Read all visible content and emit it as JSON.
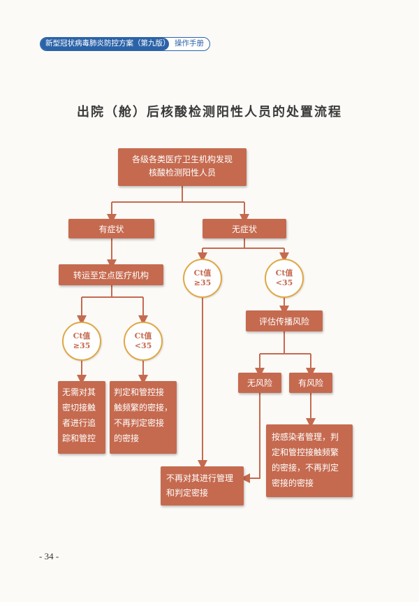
{
  "header": {
    "doc_title": "新型冠状病毒肺炎防控方案（第九版）",
    "section": "操作手册"
  },
  "diagram": {
    "title": "出院（舱）后核酸检测阳性人员的处置流程",
    "nodes": {
      "start": "各级各类医疗卫生机构发现\n核酸检测阳性人员",
      "symptomatic": "有症状",
      "asymptomatic": "无症状",
      "transfer": "转运至定点医疗机构",
      "ct_ge35_left_a": "Ct值",
      "ct_ge35_left_b": "≥35",
      "ct_lt35_left_a": "Ct值",
      "ct_lt35_left_b": "<35",
      "ct_ge35_right_a": "Ct值",
      "ct_ge35_right_b": "≥35",
      "ct_lt35_right_a": "Ct值",
      "ct_lt35_right_b": "<35",
      "no_trace": "无需对其\n密切接触\n者进行追\n踪和管控",
      "judge_left": "判定和管控接\n触频繁的密接，\n不再判定密接\n的密接",
      "assess_risk": "评估传播风险",
      "no_risk": "无风险",
      "has_risk": "有风险",
      "no_manage": "不再对其进行管理\n和判定密接",
      "manage_infected": "按感染者管理，判\n定和管控接触频繁\n的密接，不再判定\n密接的密接"
    }
  },
  "page_number": "- 34 -",
  "colors": {
    "box": "#c56a4f",
    "circle_border": "#e0a744",
    "header_blue": "#2b63a8"
  }
}
